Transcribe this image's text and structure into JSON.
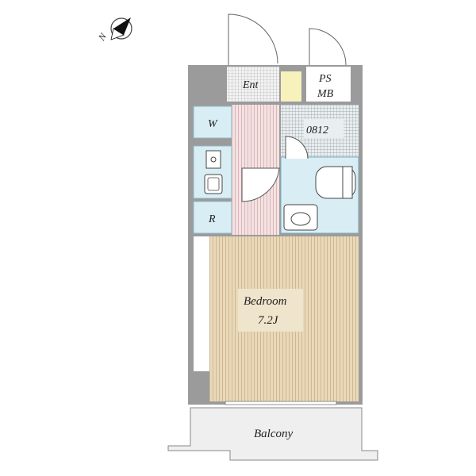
{
  "compass": {
    "letter": "N"
  },
  "rooms": {
    "entrance": "Ent",
    "ps": "PS",
    "mb": "MB",
    "washer": "W",
    "bath_unit": "0812",
    "refrigerator": "R",
    "bedroom_name": "Bedroom",
    "bedroom_size": "7.2J",
    "balcony": "Balcony"
  },
  "colors": {
    "wall": "#9b9b9b",
    "floor_wood": "#ead9b8",
    "floor_wood_line": "#c9b58d",
    "corridor": "#f3dede",
    "corridor_line": "#d9aeb2",
    "wet_area": "#d9eef4",
    "tile": "#b8bfc2",
    "balcony": "#efefef"
  }
}
